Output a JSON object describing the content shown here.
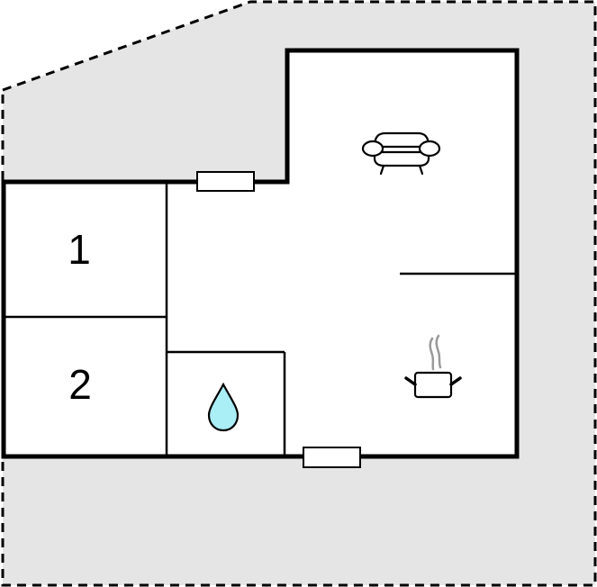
{
  "floorplan": {
    "colors": {
      "outdoor_area": "#e5e5e5",
      "walls": "#000000",
      "interior": "#ffffff",
      "water_icon": "#aaeef6",
      "steam": "#9a9a9a"
    },
    "rooms": [
      {
        "id": "bedroom-1",
        "label": "1"
      },
      {
        "id": "bedroom-2",
        "label": "2"
      },
      {
        "id": "bathroom",
        "icon": "water-drop-icon"
      },
      {
        "id": "living-room",
        "icon": "sofa-icon"
      },
      {
        "id": "kitchen",
        "icon": "cooking-pot-icon"
      }
    ],
    "windows": [
      {
        "id": "window-top"
      },
      {
        "id": "window-bottom"
      }
    ],
    "outdoor_area": {
      "style": "dashed-border"
    }
  }
}
